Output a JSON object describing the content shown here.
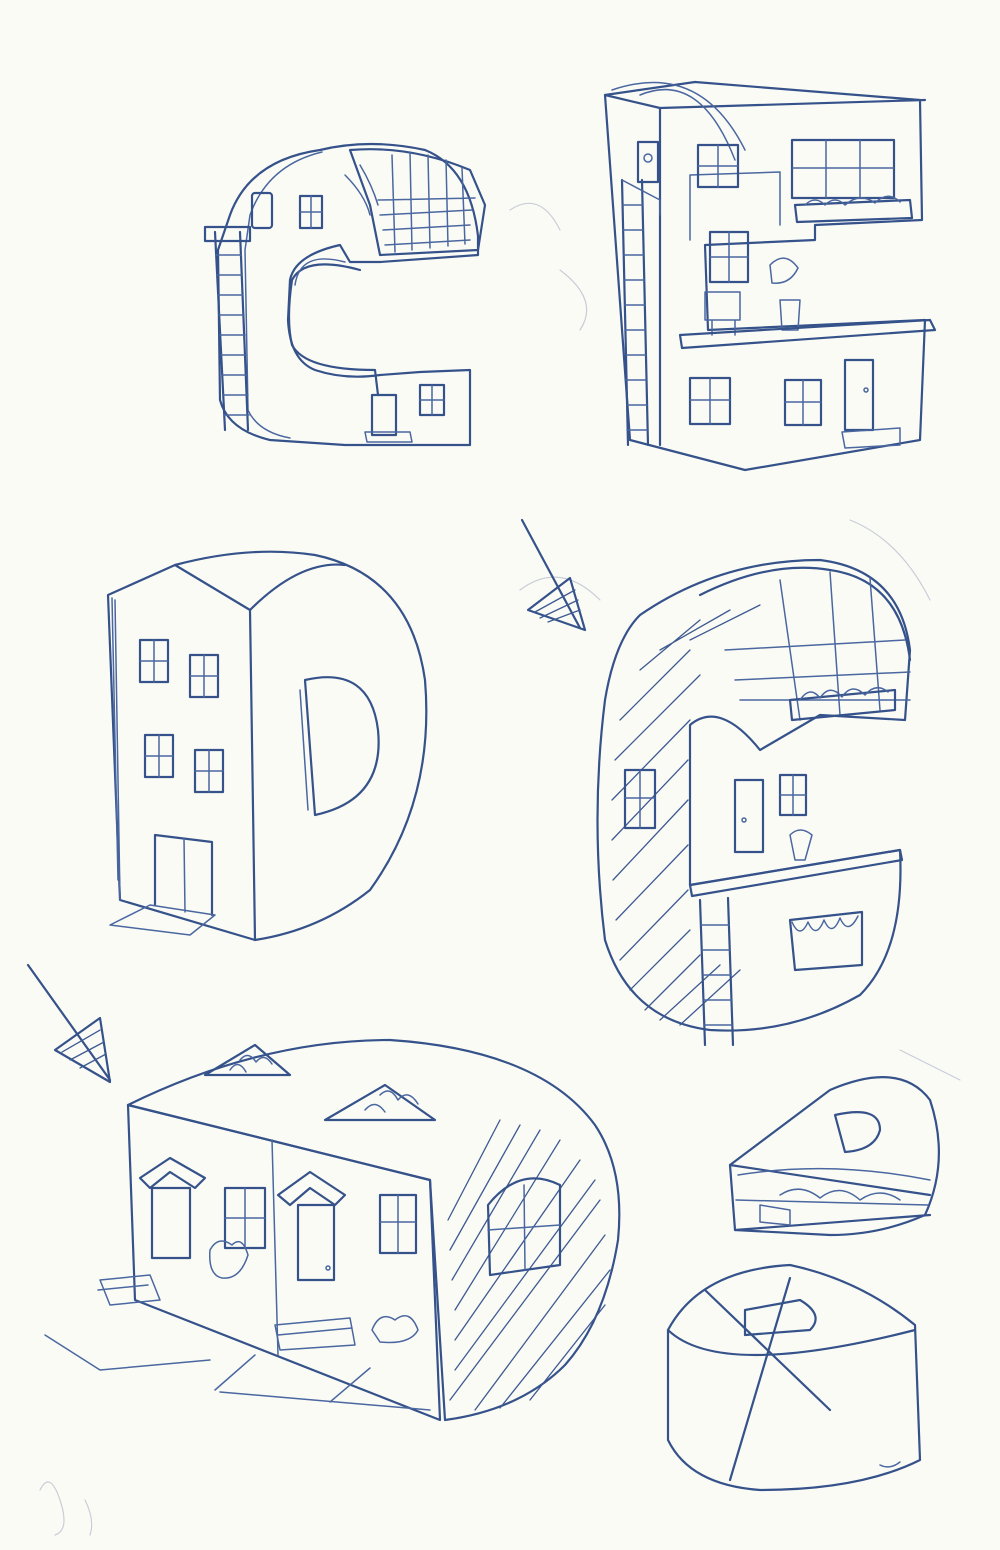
{
  "page": {
    "paper_color": "#fbfbf6",
    "ink_color": "#35528a",
    "faint_color": "#c9cdd8"
  },
  "sketches": [
    {
      "id": "letter-c-house",
      "letter": "C"
    },
    {
      "id": "letter-e-house",
      "letter": "E"
    },
    {
      "id": "letter-d-tower",
      "letter": "D"
    },
    {
      "id": "letter-g-house",
      "letter": "G"
    },
    {
      "id": "letter-d-townhouses",
      "letter": "D"
    },
    {
      "id": "letter-d-flat",
      "letter": "D"
    },
    {
      "id": "letter-d-crossed",
      "letter": "D"
    }
  ],
  "arrows": [
    {
      "id": "arrow-to-g",
      "points_to": "letter-g-house"
    },
    {
      "id": "arrow-to-d-townhouses",
      "points_to": "letter-d-townhouses"
    }
  ]
}
